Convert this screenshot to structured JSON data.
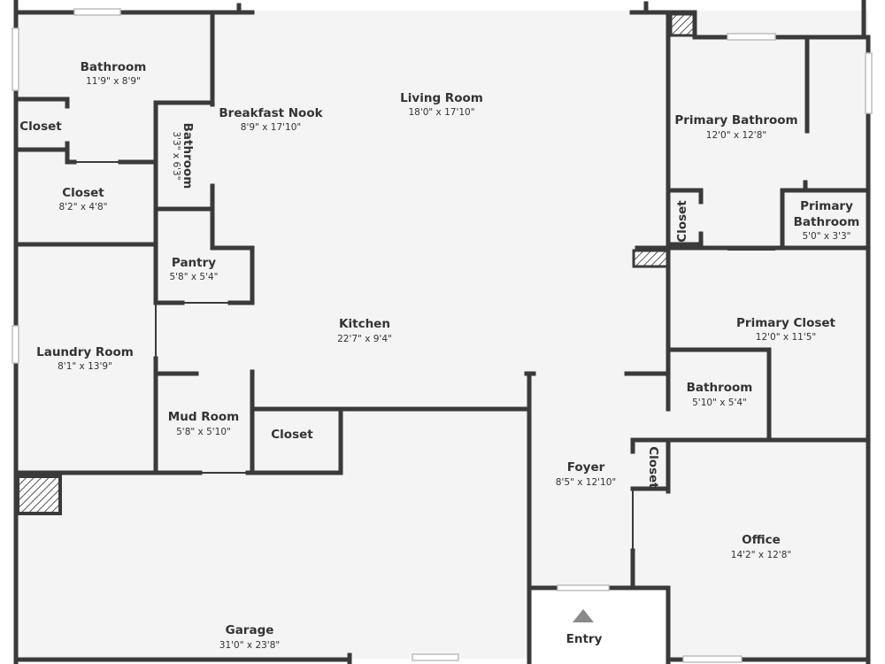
{
  "floor_plan": {
    "colors": {
      "floor": "#f4f4f4",
      "wall": "#3a3a3a",
      "hatch": "#555555",
      "entry_marker": "#8a8a8a"
    },
    "rooms": {
      "bathroom_1": {
        "name": "Bathroom",
        "dims": "11'9\" x 8'9\""
      },
      "closet_small": {
        "name": "Closet",
        "dims": ""
      },
      "bathroom_2": {
        "name": "Bathroom",
        "dims": "3'3\" x 6'3\""
      },
      "closet_2": {
        "name": "Closet",
        "dims": "8'2\" x 4'8\""
      },
      "breakfast_nook": {
        "name": "Breakfast Nook",
        "dims": "8'9\" x 17'10\""
      },
      "living_room": {
        "name": "Living Room",
        "dims": "18'0\" x 17'10\""
      },
      "primary_bathroom": {
        "name": "Primary Bathroom",
        "dims": "12'0\" x 12'8\""
      },
      "closet_vertical": {
        "name": "Closet",
        "dims": ""
      },
      "primary_bath_small": {
        "name_line1": "Primary",
        "name_line2": "Bathroom",
        "dims": "5'0\" x 3'3\""
      },
      "pantry": {
        "name": "Pantry",
        "dims": "5'8\" x 5'4\""
      },
      "kitchen": {
        "name": "Kitchen",
        "dims": "22'7\" x 9'4\""
      },
      "primary_closet": {
        "name": "Primary Closet",
        "dims": "12'0\" x 11'5\""
      },
      "laundry_room": {
        "name": "Laundry Room",
        "dims": "8'1\" x 13'9\""
      },
      "bathroom_3": {
        "name": "Bathroom",
        "dims": "5'10\" x 5'4\""
      },
      "mud_room": {
        "name": "Mud Room",
        "dims": "5'8\" x 5'10\""
      },
      "closet_3": {
        "name": "Closet",
        "dims": ""
      },
      "foyer": {
        "name": "Foyer",
        "dims": "8'5\" x 12'10\""
      },
      "closet_foyer": {
        "name": "Closet",
        "dims": ""
      },
      "office": {
        "name": "Office",
        "dims": "14'2\" x 12'8\""
      },
      "garage": {
        "name": "Garage",
        "dims": "31'0\" x 23'8\""
      },
      "entry": {
        "name": "Entry",
        "dims": ""
      }
    }
  }
}
